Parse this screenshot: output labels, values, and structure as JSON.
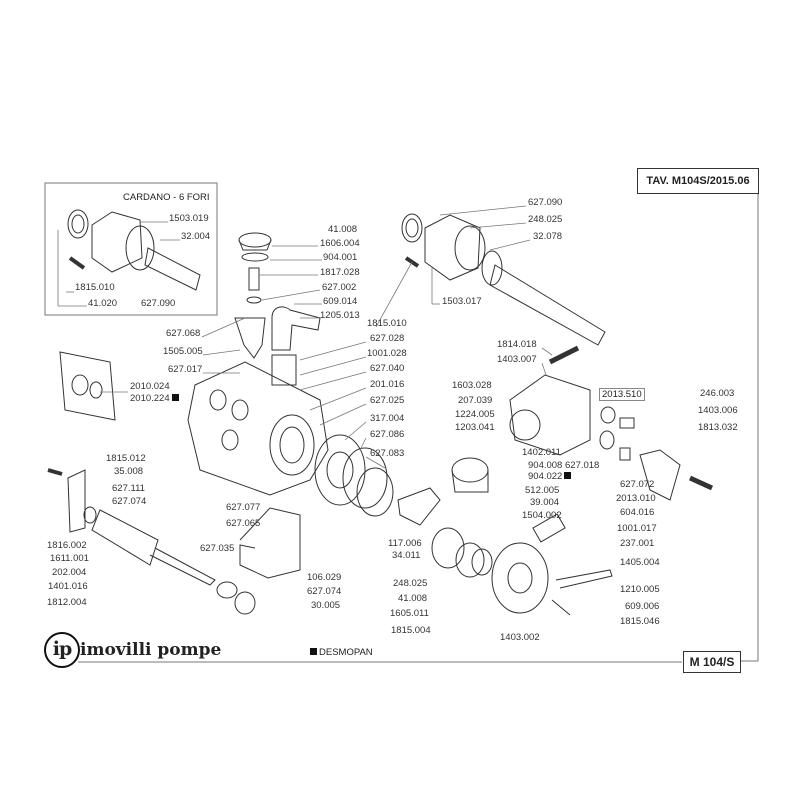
{
  "header": {
    "table_code": "TAV. M104S/2015.06"
  },
  "footer": {
    "model": "M 104/S",
    "brand": "imovilli pompe",
    "logo_text": "ip",
    "legend_note": "DESMOPAN"
  },
  "inset": {
    "title": "CARDANO - 6 FORI",
    "callouts": [
      "1503.019",
      "32.004",
      "1815.010",
      "41.020",
      "627.090"
    ]
  },
  "callouts": {
    "top_center": [
      "41.008",
      "1606.004",
      "904.001",
      "1817.028",
      "627.002",
      "609.014",
      "1205.013"
    ],
    "left_center": [
      "627.068",
      "1505.005",
      "627.017",
      "2010.024",
      "2010.224"
    ],
    "center_column": [
      "1815.010",
      "627.028",
      "1001.028",
      "627.040",
      "201.016",
      "627.025",
      "317.004",
      "627.086",
      "627.083"
    ],
    "top_shaft": [
      "627.090",
      "248.025",
      "32.078",
      "1503.017"
    ],
    "valve_head": [
      "1814.018",
      "1403.007",
      "1603.028",
      "207.039",
      "1224.005",
      "1203.041",
      "1402.011",
      "904.008",
      "904.022",
      "627.018",
      "512.005",
      "39.004",
      "1504.002"
    ],
    "right_side": [
      "2013.510",
      "246.003",
      "1403.006",
      "1813.032",
      "627.072",
      "2013.010",
      "604.016",
      "1001.017",
      "237.001",
      "1405.004",
      "1210.005",
      "609.006",
      "1815.046",
      "1403.002"
    ],
    "bottom_left": [
      "1815.012",
      "35.008",
      "627.111",
      "627.074",
      "1816.002",
      "1611.001",
      "202.004",
      "1401.016",
      "1812.004",
      "627.035"
    ],
    "bottom_center": [
      "627.077",
      "627.065",
      "106.029",
      "627.074",
      "30.005",
      "117.006",
      "34.011",
      "248.025",
      "41.008",
      "1605.011",
      "1815.004"
    ]
  }
}
